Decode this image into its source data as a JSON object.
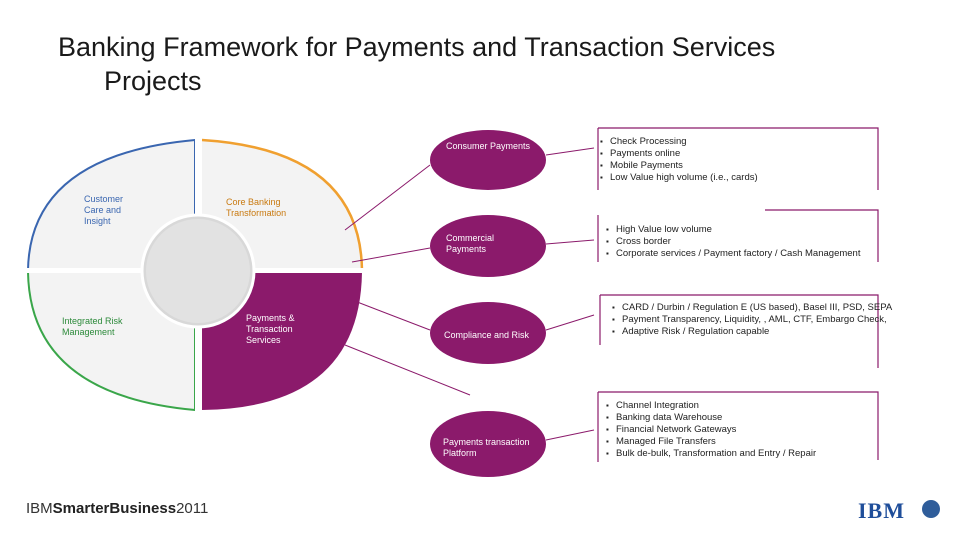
{
  "title": {
    "line1": "Banking Framework for Payments and Transaction Services",
    "line2": "Projects"
  },
  "quadrants": {
    "customer_care": "Customer Care and Insight",
    "core_banking": "Core Banking Transformation",
    "risk_mgmt": "Integrated Risk Management",
    "payments": "Payments & Transaction Services"
  },
  "ovals": [
    {
      "label": "Consumer Payments"
    },
    {
      "label": "Commercial Payments"
    },
    {
      "label": "Compliance and Risk"
    },
    {
      "label": "Payments transaction Platform"
    }
  ],
  "bullets": [
    {
      "items": [
        "Check Processing",
        "Payments online",
        "Mobile Payments",
        "Low Value high volume (i.e., cards)"
      ]
    },
    {
      "items": [
        "High Value low volume",
        "Cross border",
        "Corporate services / Payment factory / Cash Management"
      ]
    },
    {
      "items": [
        "CARD / Durbin / Regulation E (US based), Basel III, PSD, SEPA",
        "Payment Transparency, Liquidity, , AML, CTF, Embargo Check,",
        "Adaptive Risk / Regulation capable"
      ]
    },
    {
      "items": [
        "Channel Integration",
        "Banking data Warehouse",
        "Financial Network Gateways",
        "Managed File Transfers",
        "Bulk de-bulk,  Transformation and Entry / Repair"
      ]
    }
  ],
  "footer": {
    "prefix": "IBM",
    "bold": "SmarterBusiness",
    "year": "2011"
  },
  "logo": "IBM",
  "colors": {
    "purple": "#8b1a6b",
    "orange": "#f0a030",
    "green": "#3aa64a",
    "blue": "#3a66b0",
    "gray": "#bcbcbc"
  }
}
